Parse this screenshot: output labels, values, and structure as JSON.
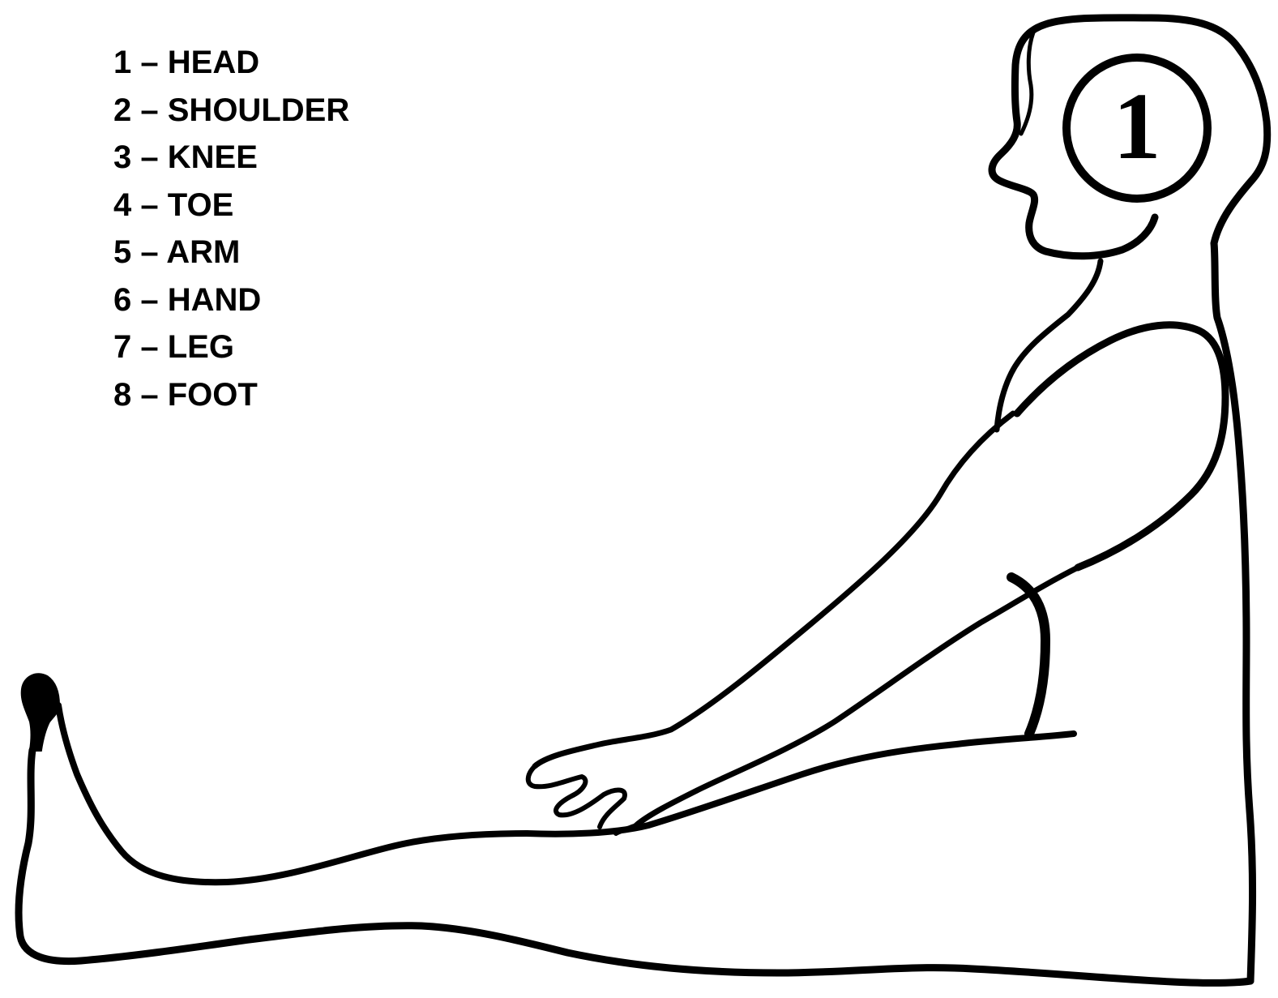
{
  "legend": {
    "items": [
      {
        "number": "1",
        "sep": "–",
        "label": "HEAD"
      },
      {
        "number": "2",
        "sep": "–",
        "label": "SHOULDER"
      },
      {
        "number": "3",
        "sep": "–",
        "label": "KNEE"
      },
      {
        "number": "4",
        "sep": "–",
        "label": "TOE"
      },
      {
        "number": "5",
        "sep": "–",
        "label": "ARM"
      },
      {
        "number": "6",
        "sep": "–",
        "label": "HAND"
      },
      {
        "number": "7",
        "sep": "–",
        "label": "LEG"
      },
      {
        "number": "8",
        "sep": "–",
        "label": "FOOT"
      }
    ]
  },
  "figure": {
    "highlighted_part_number": "1",
    "line_color": "#000000",
    "background": "#ffffff"
  }
}
